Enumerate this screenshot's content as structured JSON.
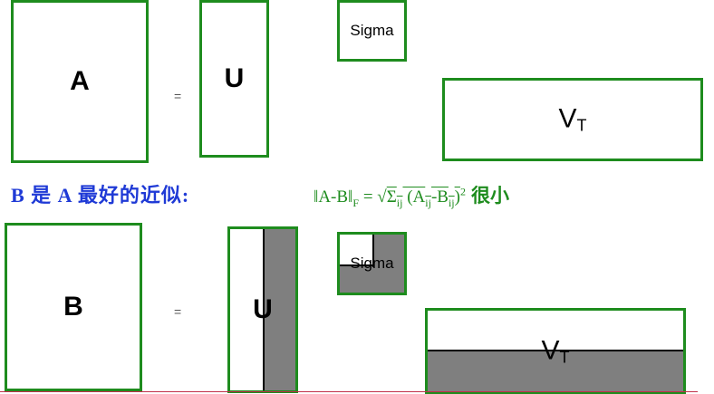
{
  "top": {
    "a_label": "A",
    "equals": "=",
    "u_label": "U",
    "sigma_label": "Sigma",
    "v_label": "V",
    "v_sub": "T"
  },
  "caption": {
    "text": "B 是 A 最好的近似:"
  },
  "formula": {
    "norm": "‖A-B‖",
    "norm_sub": "F",
    "equals": " = √",
    "sigma": "Σ",
    "sigma_sub": "ij",
    "paren_open": " (A",
    "a_sub": "ij",
    "minus_b": "-B",
    "b_sub": "ij",
    "paren_close": ")",
    "power": "2",
    "tail": "很小"
  },
  "bottom": {
    "b_label": "B",
    "equals": "=",
    "u_label": "U",
    "sigma_label": "Sigma",
    "v_label": "V",
    "v_sub": "T"
  },
  "colors": {
    "box_border": "#1e8c1e",
    "shade": "#7f7f7f",
    "caption": "#1f3ad6",
    "formula": "#1e8c1e"
  }
}
